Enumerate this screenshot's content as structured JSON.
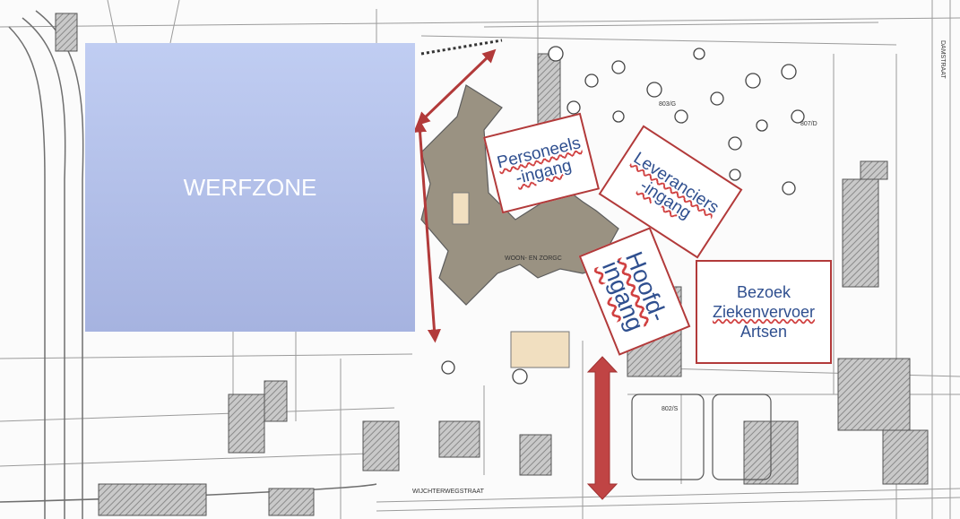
{
  "werfzone": {
    "label": "WERFZONE",
    "color": "#a9b7e4"
  },
  "callouts": {
    "personeel": [
      "Personeels",
      "-ingang"
    ],
    "leveranciers": [
      "Leveranciers",
      "-ingang"
    ],
    "hoofd": [
      "Hoofd-",
      "ingang"
    ],
    "bezoek": [
      "Bezoek",
      "Ziekenvervoer",
      "Artsen"
    ]
  },
  "plan_labels": {
    "building": "WOON- EN ZORGC",
    "parcel_1": "803/G",
    "parcel_2": "807/D",
    "parcel_3": "802/S",
    "street_bottom": "WIJCHTERWEGSTRAAT",
    "street_right": "DAMSTRAAT"
  },
  "colors": {
    "accent_red": "#b23a3a",
    "callout_text": "#2f4f8f",
    "building": "#9a9282"
  }
}
